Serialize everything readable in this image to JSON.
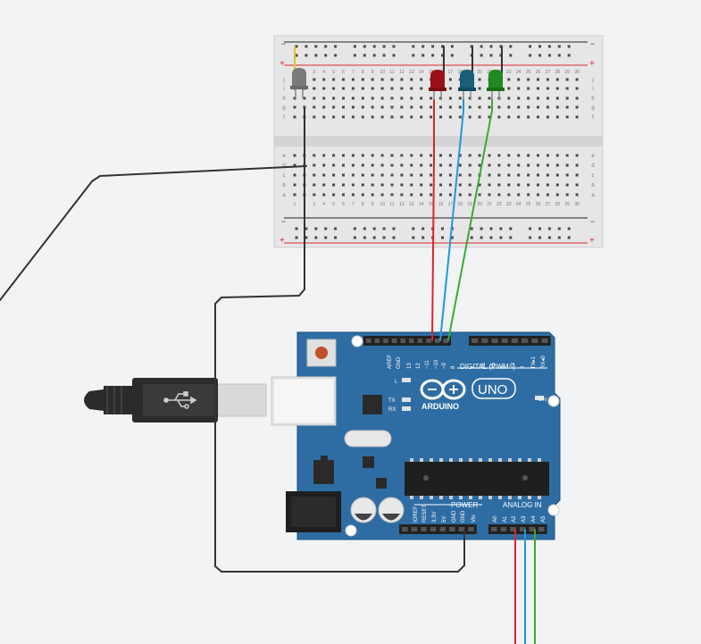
{
  "colors": {
    "background": "#f2f3f5",
    "board_blue": "#2e6da4",
    "wire_red": "#d9262b",
    "wire_blue": "#1e9ad6",
    "wire_green": "#3aaa35",
    "wire_black": "#333333",
    "led_red": "#9b1016",
    "led_blue": "#1a5f7a",
    "led_green": "#1f8a1f",
    "led_grey": "#7a7a7a"
  },
  "breadboard": {
    "rail_minus": "−",
    "rail_plus": "+",
    "top_rows": [
      "j",
      "i",
      "h",
      "g",
      "f"
    ],
    "bottom_rows": [
      "e",
      "d",
      "c",
      "b",
      "a"
    ],
    "columns": [
      "1",
      "2",
      "3",
      "4",
      "5",
      "6",
      "7",
      "8",
      "9",
      "10",
      "11",
      "12",
      "13",
      "14",
      "15",
      "16",
      "17",
      "18",
      "19",
      "20",
      "21",
      "22",
      "23",
      "24",
      "25",
      "26",
      "27",
      "28",
      "29",
      "30"
    ]
  },
  "arduino": {
    "brand": "ARDUINO",
    "model": "UNO",
    "digital_header_label": "DIGITAL (PWM~)",
    "digital_pins": [
      "AREF",
      "GND",
      "13",
      "12",
      "~11",
      "~10",
      "~9",
      "8",
      "7",
      "~6",
      "~5",
      "4",
      "~3",
      "2",
      "TX▸1",
      "RX◂0"
    ],
    "led_labels": [
      "L",
      "TX",
      "RX"
    ],
    "on_label": "ON",
    "power_header_label": "POWER",
    "power_pins": [
      "IOREF",
      "RESET",
      "3.3V",
      "5V",
      "GND",
      "GND",
      "Vin"
    ],
    "analog_header_label": "ANALOG IN",
    "analog_pins": [
      "A0",
      "A1",
      "A2",
      "A3",
      "A4",
      "A5"
    ]
  }
}
